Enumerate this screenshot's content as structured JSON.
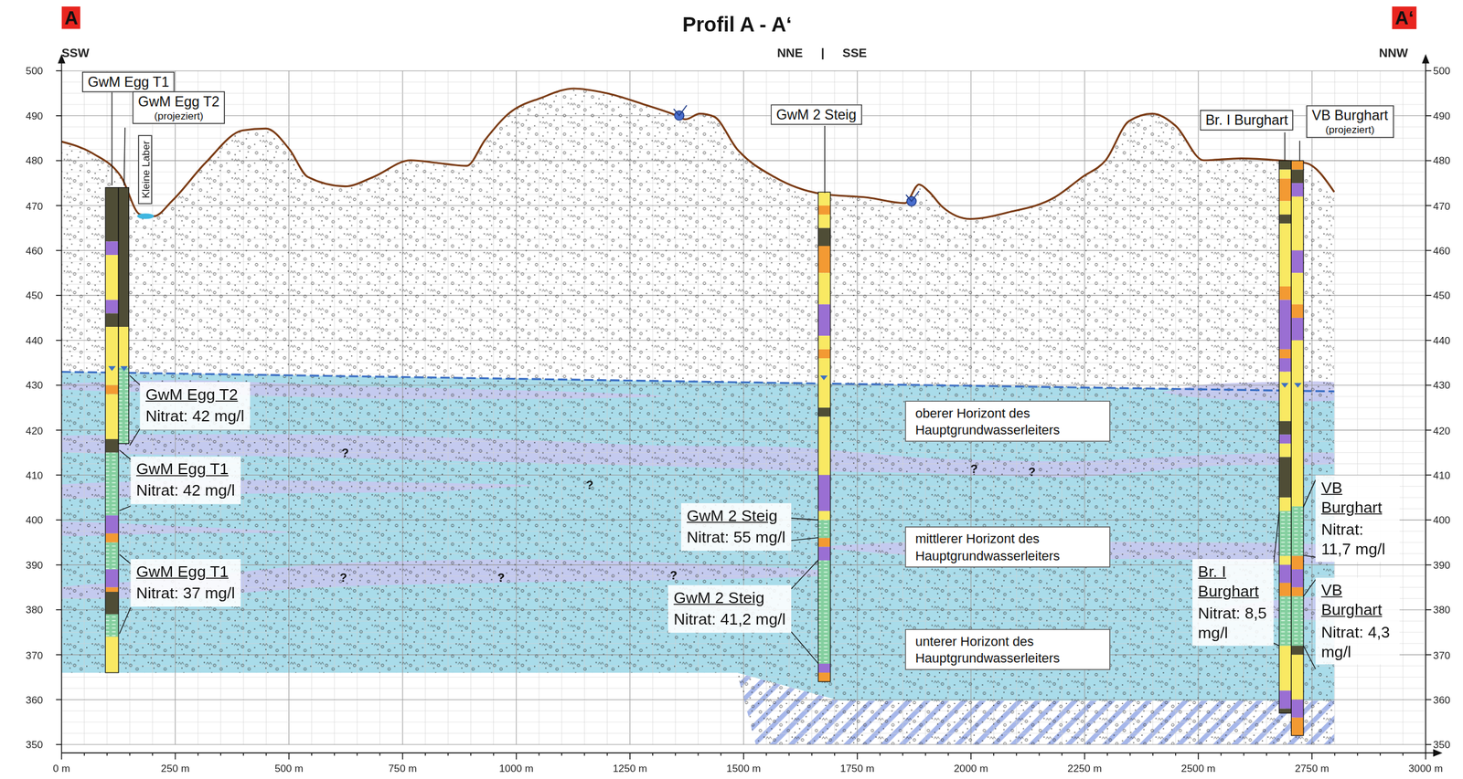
{
  "diagram": {
    "title": "Profil A - A‘",
    "nodes": [
      {
        "text": [
          "A"
        ]
      },
      {
        "text": [
          "A‘"
        ]
      },
      {
        "text": [
          "GwM Egg T1"
        ]
      },
      {
        "text": [
          "GwM Egg T2",
          "(projeziert)"
        ]
      },
      {
        "text": [
          "Kleine Laber"
        ]
      },
      {
        "text": [
          "GwM 2 Steig"
        ]
      },
      {
        "text": [
          "Br. I Burghart"
        ]
      },
      {
        "text": [
          "VB Burghart",
          "(projeziert)"
        ]
      },
      {
        "text": [
          "GwM Egg T2",
          "Nitrat: 42 mg/l"
        ]
      },
      {
        "text": [
          "GwM Egg T1",
          "Nitrat: 42 mg/l"
        ]
      },
      {
        "text": [
          "GwM Egg T1",
          "Nitrat: 37 mg/l"
        ]
      },
      {
        "text": [
          "GwM 2 Steig",
          "Nitrat: 55 mg/l"
        ]
      },
      {
        "text": [
          "GwM 2 Steig",
          "Nitrat: 41,2 mg/l"
        ]
      },
      {
        "text": [
          "Br. I Burghart",
          "Nitrat: 8,5 mg/l"
        ]
      },
      {
        "text": [
          "VB Burghart",
          "Nitrat: 11,7 mg/l"
        ]
      },
      {
        "text": [
          "VB Burghart",
          "Nitrat: 4,3 mg/l"
        ]
      },
      {
        "text": [
          "oberer Horizont des Hauptgrundwasserleiters"
        ]
      },
      {
        "text": [
          "mittlerer Horizont des Hauptgrundwasserleiters"
        ]
      },
      {
        "text": [
          "unterer Horizont des Hauptgrundwasserleiters"
        ]
      }
    ],
    "labels": [
      "SSW",
      "NNE",
      "|",
      "SSE",
      "NNW",
      "500",
      "490",
      "480",
      "470",
      "460",
      "450",
      "440",
      "430",
      "420",
      "410",
      "400",
      "390",
      "380",
      "370",
      "360",
      "350",
      "500",
      "490",
      "480",
      "470",
      "460",
      "450",
      "440",
      "430",
      "420",
      "410",
      "400",
      "390",
      "380",
      "370",
      "360",
      "350",
      "0 m",
      "250 m",
      "500 m",
      "750 m",
      "1000 m",
      "1250 m",
      "1500 m",
      "1750 m",
      "2000 m",
      "2250 m",
      "2500 m",
      "2750 m",
      "3000 m",
      "?",
      "?",
      "?",
      "?",
      "?",
      "?",
      "?"
    ]
  }
}
